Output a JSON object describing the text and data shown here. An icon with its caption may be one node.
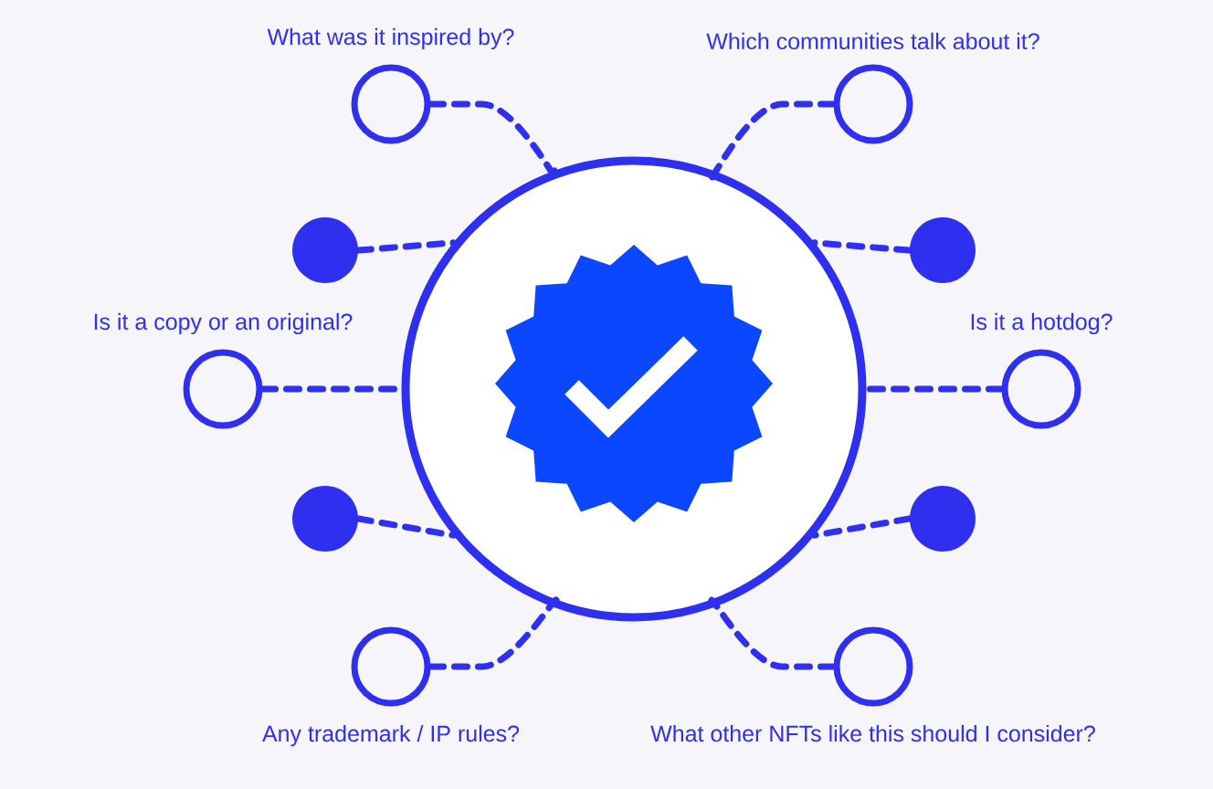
{
  "diagram": {
    "nodes": [
      {
        "text": [
          "What was it inspired by?"
        ]
      },
      {
        "text": [
          "Which communities talk about it?"
        ]
      },
      {
        "text": [],
        "shape": "circle"
      },
      {
        "text": [],
        "shape": "circle"
      },
      {
        "text": [
          "Is it a copy or an original?"
        ]
      },
      {
        "text": [],
        "shape": "circle"
      },
      {
        "text": [
          "Is it a hotdog?"
        ]
      },
      {
        "text": [],
        "shape": "circle"
      },
      {
        "text": [],
        "shape": "circle"
      },
      {
        "text": [
          "Any trademark / IP rules?"
        ]
      },
      {
        "text": [
          "What other NFTs like this should I consider?"
        ]
      }
    ],
    "edges": [
      {
        "from": 0,
        "to": 5,
        "arrow": "none",
        "style": "dashed"
      },
      {
        "from": 1,
        "to": 5,
        "arrow": "none",
        "style": "dashed"
      },
      {
        "from": 2,
        "to": 5,
        "arrow": "none",
        "style": "dashed"
      },
      {
        "from": 3,
        "to": 5,
        "arrow": "none",
        "style": "dashed"
      },
      {
        "from": 4,
        "to": 5,
        "arrow": "none",
        "style": "dashed"
      },
      {
        "from": 6,
        "to": 5,
        "arrow": "none",
        "style": "dashed"
      },
      {
        "from": 7,
        "to": 5,
        "arrow": "none",
        "style": "dashed"
      },
      {
        "from": 8,
        "to": 5,
        "arrow": "none",
        "style": "dashed"
      },
      {
        "from": 9,
        "to": 5,
        "arrow": "none",
        "style": "dashed"
      },
      {
        "from": 10,
        "to": 5,
        "arrow": "none",
        "style": "dashed"
      }
    ]
  }
}
